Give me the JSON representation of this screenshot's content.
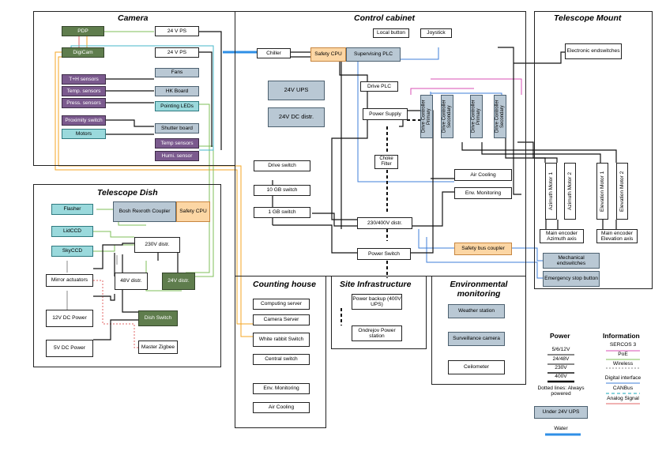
{
  "panels": {
    "camera": "Camera",
    "control_cabinet": "Control cabinet",
    "telescope_mount": "Telescope Mount",
    "telescope_dish": "Telescope Dish",
    "counting_house": "Counting house",
    "site_infrastructure": "Site Infrastructure",
    "environmental_monitoring": "Environmental monitoring"
  },
  "camera": {
    "pdp": "PDP",
    "ps1": "24 V PS",
    "digicam": "DigiCam",
    "ps2": "24 V PS",
    "th_sensors": "T+H sensors",
    "temp_sensors": "Temp. sensors",
    "press_sensors": "Press. sensors",
    "fans": "Fans",
    "hk_board": "HK Board",
    "pointing_leds": "Pointing LEDs",
    "proximity_switch": "Proximity switch",
    "shutter_board": "Shutter board",
    "motors": "Motors",
    "temp_sensors2": "Temp sensors",
    "humi_sensor": "Humi. sensor"
  },
  "cabinet": {
    "chiller": "Chiller",
    "safety_cpu": "Safety CPU",
    "supervising_plc": "Supervising PLC",
    "local_button": "Local button",
    "joystick": "Joystick",
    "ups": "24V UPS",
    "dc_distr": "24V DC distr.",
    "drive_plc": "Drive PLC",
    "power_supply": "Power Supply",
    "dc1": "Drive Controller Primary",
    "dc2": "Drive Controller Secondary",
    "dc3": "Drive Controller Primary",
    "dc4": "Drive Controller Secondary",
    "choke": "Choke Filter",
    "drive_switch": "Drive switch",
    "gb10_switch": "10 GB switch",
    "gb1_switch": "1 GB switch",
    "air_cooling": "Air Cooling",
    "env_monitoring": "Env. Monitoring",
    "distr_230_400": "230/400V distr.",
    "power_switch": "Power Switch",
    "safety_bus_coupler": "Safety bus coupler"
  },
  "mount": {
    "electronic_endswitches": "Electronic endswitches",
    "az_motor1": "Azimuth Motor 1",
    "az_motor2": "Azimuth Motor 2",
    "el_motor1": "Elevation Motor 1",
    "el_motor2": "Elevation Motor 2",
    "az_encoder": "Main encoder Azimuth axis",
    "el_encoder": "Main encoder Elevation axis",
    "mech_endswitches": "Mechanical endswitches",
    "emergency_stop": "Emergency stop button"
  },
  "dish": {
    "flasher": "Flasher",
    "bosh_coupler": "Bosh Rexroth Coupler",
    "safety_cpu": "Safety CPU",
    "lidccd": "LidCCD",
    "skyccd": "SkyCCD",
    "distr_230": "230V distr.",
    "mirror_actuators": "Mirror actuators",
    "distr_48": "48V distr.",
    "distr_24": "24V distr.",
    "dc12": "12V DC Power",
    "dish_switch": "Dish Switch",
    "dc5": "5V DC Power",
    "master_zigbee": "Master Zigbee"
  },
  "counting": {
    "computing_server": "Computing server",
    "camera_server": "Camera Server",
    "white_rabbit": "White rabbit Switch",
    "central_switch": "Central switch",
    "env_monitoring": "Env. Monitoring",
    "air_cooling": "Air Cooling"
  },
  "site": {
    "power_backup": "Power backup (400V UPS)",
    "ondrejov": "Ondrejov Power station"
  },
  "env": {
    "weather_station": "Weather station",
    "surveillance_camera": "Surveillance camera",
    "ceilometer": "Ceilometer"
  },
  "legend": {
    "power_title": "Power",
    "power_items": [
      "5/6/12V",
      "24/48V",
      "230V",
      "400V"
    ],
    "dotted": "Dotted lines: Always powered",
    "under_ups": "Under 24V UPS",
    "water": "Water",
    "info_title": "Information",
    "info_items": [
      "SERCOS 3",
      "PoE",
      "Wireless",
      "Digital interface",
      "CANBus",
      "Analog Signal"
    ]
  },
  "colors": {
    "sercos": "#d94fb5",
    "poe": "#7fbf5a",
    "digital": "#3f7fd8",
    "canbus": "#45b7c8",
    "analog": "#e06666",
    "water": "#2f8fe6",
    "power": "#000000",
    "orange_line": "#f5a623"
  }
}
